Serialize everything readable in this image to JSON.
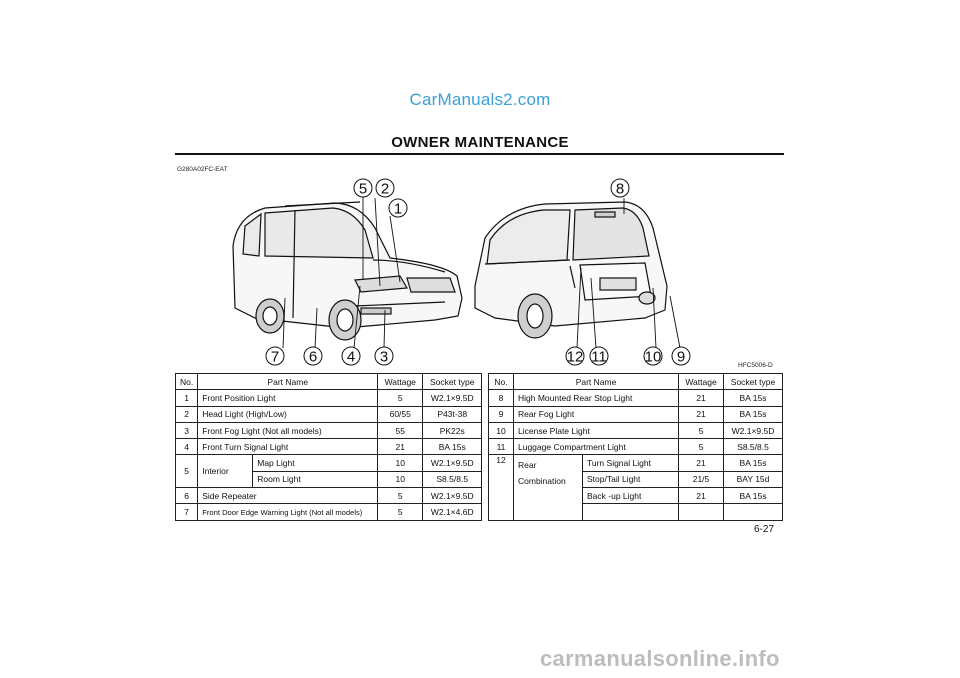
{
  "watermark_top": "CarManuals2.com",
  "header": {
    "title": "OWNER MAINTENANCE",
    "section_code": "G280A02FC-EAT"
  },
  "figure": {
    "code": "HFC5006-D",
    "callouts_front": [
      "5",
      "2",
      "1",
      "7",
      "6",
      "4",
      "3"
    ],
    "callouts_rear": [
      "8",
      "12",
      "11",
      "10",
      "9"
    ]
  },
  "table_left": {
    "headers": [
      "No.",
      "Part Name",
      "Wattage",
      "Socket type"
    ],
    "rows": [
      {
        "no": "1",
        "name": "Front Position Light",
        "watt": "5",
        "socket": "W2.1×9.5D"
      },
      {
        "no": "2",
        "name": "Head  Light (High/Low)",
        "watt": "60/55",
        "socket": "P43t-38"
      },
      {
        "no": "3",
        "name": "Front Fog Light (Not all models)",
        "watt": "55",
        "socket": "PK22s"
      },
      {
        "no": "4",
        "name": "Front Turn Signal Light",
        "watt": "21",
        "socket": "BA 15s"
      },
      {
        "no": "5",
        "name": "Interior",
        "sub": "Map Light",
        "watt": "10",
        "socket": "W2.1×9.5D"
      },
      {
        "no": "",
        "name": "",
        "sub": "Room Light",
        "watt": "10",
        "socket": "S8.5/8.5"
      },
      {
        "no": "6",
        "name": "Side Repeater",
        "watt": "5",
        "socket": "W2.1×9.5D"
      },
      {
        "no": "7",
        "name": "Front Door Edge Warning Light (Not all models)",
        "watt": "5",
        "socket": "W2.1×4.6D"
      }
    ]
  },
  "table_right": {
    "headers": [
      "No.",
      "Part Name",
      "Wattage",
      "Socket type"
    ],
    "rows": [
      {
        "no": "8",
        "name": "High Mounted Rear Stop Light",
        "watt": "21",
        "socket": "BA 15s"
      },
      {
        "no": "9",
        "name": "Rear Fog Light",
        "watt": "21",
        "socket": "BA 15s"
      },
      {
        "no": "10",
        "name": "License Plate Light",
        "watt": "5",
        "socket": "W2.1×9.5D"
      },
      {
        "no": "11",
        "name": "Luggage Compartment Light",
        "watt": "5",
        "socket": "S8.5/8.5"
      },
      {
        "no": "12",
        "name": "Rear",
        "name2": "Combination",
        "sub": "Turn Signal Light",
        "watt": "21",
        "socket": "BA 15s"
      },
      {
        "no": "",
        "name": "",
        "sub": "Stop/Tail Light",
        "watt": "21/5",
        "socket": "BAY 15d"
      },
      {
        "no": "",
        "name": "",
        "sub": "Back -up Light",
        "watt": "21",
        "socket": "BA 15s"
      },
      {
        "no": "",
        "name": "",
        "sub": "",
        "watt": "",
        "socket": ""
      }
    ]
  },
  "page_number": "6-27",
  "watermark_bottom": "carmanualsonline.info"
}
